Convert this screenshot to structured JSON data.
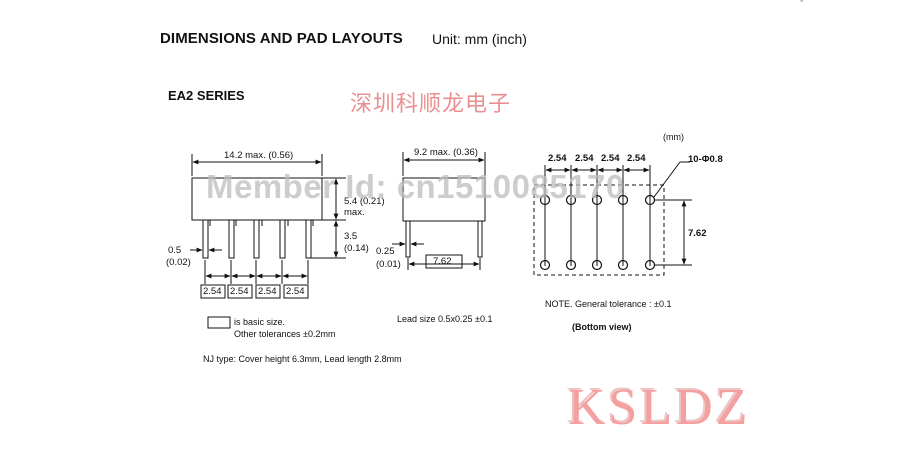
{
  "header": {
    "title": "DIMENSIONS AND PAD LAYOUTS",
    "unit": "Unit: mm (inch)",
    "series": "EA2 SERIES",
    "chinese_mark": "深圳科顺龙电子"
  },
  "side_view": {
    "width": "14.2 max. (0.56)",
    "height": "5.4 (0.21)",
    "height_max": "max.",
    "lead_len": "3.5",
    "lead_len_in": "(0.14)",
    "lead_w": "0.5",
    "lead_w_in": "(0.02)",
    "pitches": [
      "2.54",
      "2.54",
      "2.54",
      "2.54"
    ]
  },
  "end_view": {
    "width": "9.2 max. (0.36)",
    "thick": "0.25",
    "thick_in": "(0.01)",
    "row_span": "7.62",
    "lead_size": "Lead size  0.5x0.25 ±0.1"
  },
  "pad_layout": {
    "unit": "(mm)",
    "pitches": [
      "2.54",
      "2.54",
      "2.54",
      "2.54"
    ],
    "holes": "10-Φ0.8",
    "row_span": "7.62",
    "tolerance": "NOTE. General tolerance : ±0.1",
    "view": "(Bottom view)"
  },
  "notes": {
    "basic": "is basic size.",
    "other": "Other tolerances ±0.2mm",
    "nj": "NJ type: Cover height 6.3mm, Lead length 2.8mm"
  },
  "watermark": "Member Id: cn1510085170",
  "brand": "KSLDZ"
}
